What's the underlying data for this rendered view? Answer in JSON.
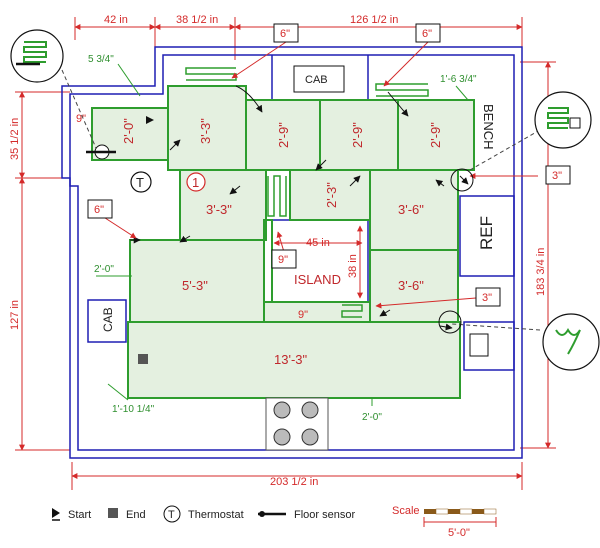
{
  "dimensions": {
    "top_42": "42 in",
    "top_38_5": "38 1/2 in",
    "top_126_5": "126 1/2 in",
    "bottom_total": "203 1/2 in",
    "left_35_5": "35 1/2 in",
    "left_127": "127 in",
    "right_183_75": "183 3/4 in",
    "island_width": "45 in",
    "island_depth": "38 in"
  },
  "offsets": {
    "six_top_left": "6\"",
    "six_top_right": "6\"",
    "six_left": "6\"",
    "three_right_upper": "3\"",
    "three_right_lower": "3\"",
    "nine_island": "9\"",
    "nine_left": "9\"",
    "nine_bottom": "9\""
  },
  "green_labels": {
    "five_three_quarter": "5 3/4\"",
    "one_six_three_quarter": "1'-6 3/4\"",
    "two_zero_left": "2'-0\"",
    "one_ten_quarter": "1'-10 1/4\"",
    "two_zero_bottom": "2'-0\""
  },
  "zones": [
    {
      "label": "2'-0\""
    },
    {
      "label": "3'-3\""
    },
    {
      "label": "2'-9\""
    },
    {
      "label": "2'-9\""
    },
    {
      "label": "2'-9\""
    },
    {
      "label": "3'-3\""
    },
    {
      "label": "2'-3\""
    },
    {
      "label": "3'-6\""
    },
    {
      "label": "5'-3\""
    },
    {
      "label": "3'-6\""
    },
    {
      "label": "13'-3\""
    }
  ],
  "fixtures": {
    "cab_top": "CAB",
    "cab_left": "CAB",
    "bench": "BENCH",
    "ref": "REF",
    "island": "ISLAND"
  },
  "markers": {
    "thermostat": "T",
    "circle_one": "1"
  },
  "legend": {
    "start": "Start",
    "end": "End",
    "thermostat": "Thermostat",
    "sensor": "Floor sensor",
    "thermostat_symbol": "T"
  },
  "scale": {
    "title": "Scale",
    "value": "5'-0\""
  },
  "colors": {
    "wall": "#1f1fb4",
    "mat": "#2e9d2e",
    "mat_fill": "#e4f0e0",
    "dimension": "#d42a2a"
  }
}
